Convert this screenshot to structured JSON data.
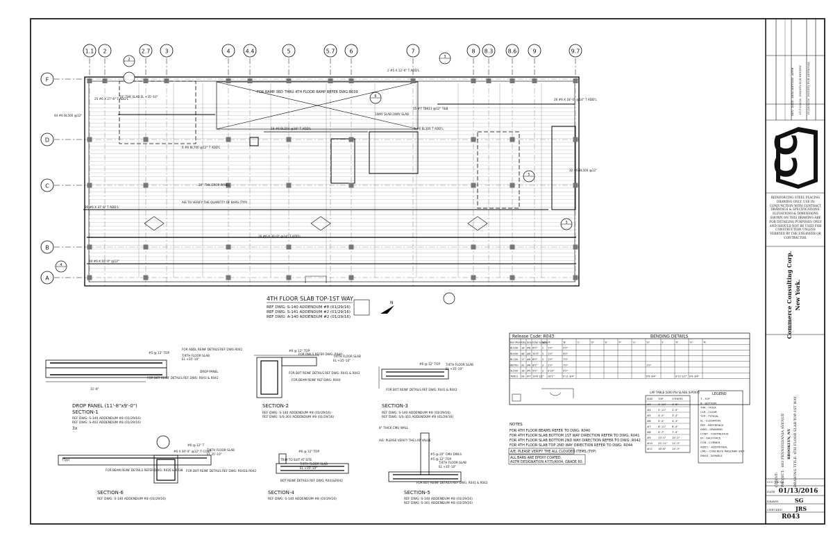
{
  "grid": {
    "columns": [
      "1.1",
      "2",
      "2.7",
      "3",
      "4",
      "4.4",
      "5",
      "5.7",
      "6",
      "7",
      "8",
      "8.3",
      "8.6",
      "9",
      "9.7"
    ],
    "rows": [
      "F",
      "D",
      "C",
      "B",
      "A"
    ]
  },
  "plan": {
    "title": "4TH FLOOR SLAB TOP-1ST WAY",
    "refs": [
      "REF DWG: S-140 ADDENDUM #8 (01/29/16)",
      "REF DWG: S-141 ADDENDUM #2 (01/29/16)",
      "REF DWG: A-140 ADDENDUM #2 (01/29/16)"
    ],
    "ramp_note": "FOR RAMP 3RD THRU 4TH FLOOR RAMP REFER DWG.R039",
    "callouts": [
      "25 #6 X 27'-6\" T ADD'L",
      "44 #6 BL500 @12\"",
      "10\" THK SLAB EL +35'-10\"",
      "19 #6 BL500 @16\" T ADD'L",
      "25 #7 TB611 @12\" T&B",
      "1WAY SLAB 2WAY SLAB",
      "2 #5 X 12'-6\" T ADD'L",
      "20\" THK DROP PANEL",
      "6 #6 BL700 @12\" T ADD'L",
      "A/E TO VERIFY THE QUANTITY OF BARS (TYP)",
      "90 #6 X 37'-6\" T ADD'L",
      "26 #6 X 30'-0\" @14\" T ADD'L",
      "26 #6 X 18'-0\" @14\" T ADD'L",
      "94 #6 X 16'-0\" @12\"",
      "32 #6 BL500 @12\"",
      "1 #6 BL300 T ADD'L"
    ],
    "section_marks": [
      "2",
      "3",
      "5",
      "6",
      "3",
      "4"
    ]
  },
  "bending": {
    "release_code": "Release Code: R043",
    "title": "BENDING DETAILS",
    "headers": [
      "Bar Mark",
      "Qty",
      "Size",
      "total length",
      "type",
      "'A'",
      "'B'",
      "'C'",
      "'D'",
      "'E'",
      "'F'",
      "'G'",
      "'H'",
      "'J'",
      "'K'",
      "'O'",
      "'R'"
    ],
    "rows": [
      [
        "6L500",
        "18",
        "#6",
        "6'0\"",
        "2",
        "1'0\"",
        "5'0\"",
        "",
        "",
        "",
        "",
        "",
        "",
        "",
        "",
        "",
        ""
      ],
      [
        "6L900",
        "48",
        "#6",
        "10'0\"",
        "2",
        "1'0\"",
        "9'0\"",
        "",
        "",
        "",
        "",
        "",
        "",
        "",
        "",
        "",
        ""
      ],
      [
        "6L700",
        "17",
        "#6",
        "8'0\"",
        "2",
        "1'0\"",
        "7'0\"",
        "",
        "",
        "",
        "",
        "",
        "",
        "",
        "",
        "",
        ""
      ],
      [
        "6B700",
        "32",
        "#6",
        "8'0\"",
        "2",
        "1'0\"",
        "7'0\"",
        "",
        "",
        "",
        "",
        "",
        "1'0\"",
        "",
        "",
        "",
        ""
      ],
      [
        "5L500",
        "16",
        "#5",
        "5'0\"",
        "2",
        "0'10\"",
        "5'0\"",
        "",
        "",
        "",
        "",
        "",
        "",
        "",
        "",
        "",
        ""
      ],
      [
        "7B611",
        "26",
        "#7",
        "19'6 1/2\"",
        "",
        "18'1\"",
        "0'11 3/4\"",
        "",
        "",
        "",
        "",
        "",
        "0'6 3/4\"",
        "",
        "0'10 1/2\"",
        "0'6 3/4\"",
        ""
      ]
    ]
  },
  "lap_table": {
    "title": "LAP TABLE-5000 PSI SLABS (EPOXY)",
    "headers": [
      "SIZE",
      "TOP",
      "OTHERS"
    ],
    "rows": [
      [
        "#3",
        "1'-11\"",
        "1'-6\""
      ],
      [
        "#4",
        "2'-11\"",
        "2'-5\""
      ],
      [
        "#5",
        "4'-2\"",
        "3'-2\""
      ],
      [
        "#6",
        "5'-5\"",
        "4'-3\""
      ],
      [
        "#7",
        "6'-11\"",
        "6'-4\""
      ],
      [
        "#8",
        "9'-7\"",
        "7'-5\""
      ],
      [
        "#9",
        "13'-1\"",
        "10'-2\""
      ],
      [
        "#10",
        "15'-11\"",
        "12'-3\""
      ],
      [
        "#11",
        "18'-8\"",
        "14'-3\""
      ]
    ]
  },
  "legend": {
    "title": "LEGEND",
    "items": [
      "T - TOP",
      "B - BOTTOM",
      "THK - THICK",
      "CLR - CLEAR",
      "TYP - TYPICAL",
      "EL - ELEVATION",
      "REF - REFERENCE",
      "DWG - DRAWING",
      "CONT - CONTINUOUS",
      "EF - EACH FACE",
      "COR - CORNER",
      "ADD'L - ADDITIONAL",
      "CMU - CONCRETE MASONRY UNIT",
      "DWLS - DOWELS"
    ]
  },
  "notes": {
    "title": "NOTES",
    "lines": [
      "FOR 4TH FLOOR BEAMS REFER TO DWG: R040",
      "FOR 4TH FLOOR SLAB BOTTOM 1ST WAY DIRECTION REFER TO DWG: R041",
      "FOR 4TH FLOOR SLAB BOTTOM 2ND WAY DIRECTION REFER TO DWG: R042",
      "FOR 4TH FLOOR SLAB TOP 2ND WAY DIRECTION REFER TO DWG: R044"
    ],
    "verify": "A/E: PLEASE VERIFY THE ALL CLOUDED ITEMS.(TYP)",
    "epoxy": [
      "ALL BARS ARE EPOXY COATED.",
      "ASTM DESIGNATION A775/A934, GRADE 60."
    ]
  },
  "sections": {
    "drop_panel": "DROP PANEL (11'-8\"x9'-0\")",
    "s1": "SECTION-1",
    "s1_refs": [
      "REF DWG: S-140 ADDENDUM #8 (01/29/16)",
      "REF DWG: S-402 ADDENDUM #8 (01/29/16)"
    ],
    "s1_qty": "3x",
    "s2": "SECTION-2",
    "s2_refs": [
      "REF DWG: S-140 ADDENDUM #8 (01/29/16)",
      "REF DWG: S/S-303 ADDENDUM #8 (01/29/16)"
    ],
    "s3": "SECTION-3",
    "s3_refs": [
      "REF DWG: S-140 ADDENDUM #8 (01/29/16)",
      "REF DWG: S/S-303 ADDENDUM #8 (01/29/16)"
    ],
    "s4": "SECTION-4",
    "s4_refs": [
      "REF DWG: S-140 ADDENDUM #8 (01/29/16)"
    ],
    "s5": "SECTION-5",
    "s5_refs": [
      "REF DWG: S-140 ADDENDUM #8 (01/29/16)",
      "REF DWG: S-301 ADDENDUM #8 (01/29/16)"
    ],
    "s6": "SECTION-6",
    "s6_refs": [
      "REF DWG: S-140 ADDENDUM #8 (01/29/16)"
    ],
    "s1_labels": [
      "#5 @ 13\" TOP",
      "FOR ADDL REINF DETAILS REF DWG R041",
      "T/4TH FLOOR SLAB",
      "EL +35'-10\"",
      "DROP PANEL",
      "FOR BOT REINF DETAILS REF DWG: R041 & R042",
      "11'-8\""
    ],
    "s2_labels": [
      "#6 @ 12\" TOP",
      "FOR DWLS REFER DWG: R040",
      "T/4TH FLOOR SLAB",
      "EL +35'-10\"",
      "FOR BOT REINF DETAILS REF DWG: R041 & R042",
      "FOR BEAM REINF REF DWG: R040"
    ],
    "s3_labels": [
      "#6 @ 12\" TOP",
      "T/4TH FLOOR SLAB",
      "EL +35'-10\"",
      "FOR BOT REINF DETAILS REF DWG: R041 & R042"
    ],
    "s4_labels": [
      "#6 @ 12\" TOP",
      "T/4TH FLOOR SLAB",
      "EL +35'-10\"",
      "BOT REINF DETAILS REF DWG: R041&R042",
      "TRIM TO SUIT AT SITE"
    ],
    "s5_labels": [
      "8\" THICK CMU WALL",
      "#5 @ 20\" CMU DWLS",
      "#5 @ 12\" TOP",
      "T/4TH FLOOR SLAB",
      "EL +35'-10\"",
      "FOR BOT REINF DETAILS REF DWG: R041 & R042",
      "A/E: PLEASE VERIFY THE LAP VALUE"
    ],
    "s6_labels": [
      "#6 @ 12\" T",
      "T/4TH FLOOR SLAB",
      "EL.35'-10\"",
      "FOR BEAM REINF DETAILS REFER DWG: R035 & R038",
      "FOR BOT REINF DETAILS REF DWG: R041& R042",
      "(Typ)",
      "#6 X 30'-0\" @12\" T CONT"
    ]
  },
  "titleblock": {
    "revision_headers": [
      "REV",
      "DATE",
      "DESCRIPTION",
      "APPR"
    ],
    "revisions": [
      [
        "",
        "01/13/2016",
        "ISSUED FOR REVIEW",
        ""
      ],
      [
        "",
        "01/29/2016",
        "ISSUED FOR APPROVAL",
        ""
      ]
    ],
    "disclaimer": "REINFORCING STEEL PLACING DRAWING ONLY. USE IN CONJUNCTION WITH CONTRACT DRAWINGS & SPECIFICATIONS. ELEVATIONS & DIMENSIONS SHOWN ON THIS DRAWING ARE FOR DETAILING PURPOSES ONLY AND SHOULD NOT BE USED FOR CONSTRUCTION UNLESS VERIFIED BY THE ENGINEER OR CONTRACTOR.",
    "company": "Commerce Consulting Corp.",
    "city": "New York.",
    "client_label": "CLIENT:",
    "project_label": "PROJECT:",
    "project": "603 PENNSYLVANIA AVENUE",
    "location": "BROOKLYN, NY",
    "drawing_title_label": "DRAWING TITLE:",
    "drawing_title": "4TH FLOOR SLAB TOP-1ST WAY",
    "job_no_label": "CCC Job No:",
    "date_label": "DATE",
    "date": "01/13/2016",
    "drawn_label": "DRAWN",
    "drawn": "SG",
    "checked_label": "CHECKED",
    "checked": "JRS",
    "sheet": "R043"
  }
}
